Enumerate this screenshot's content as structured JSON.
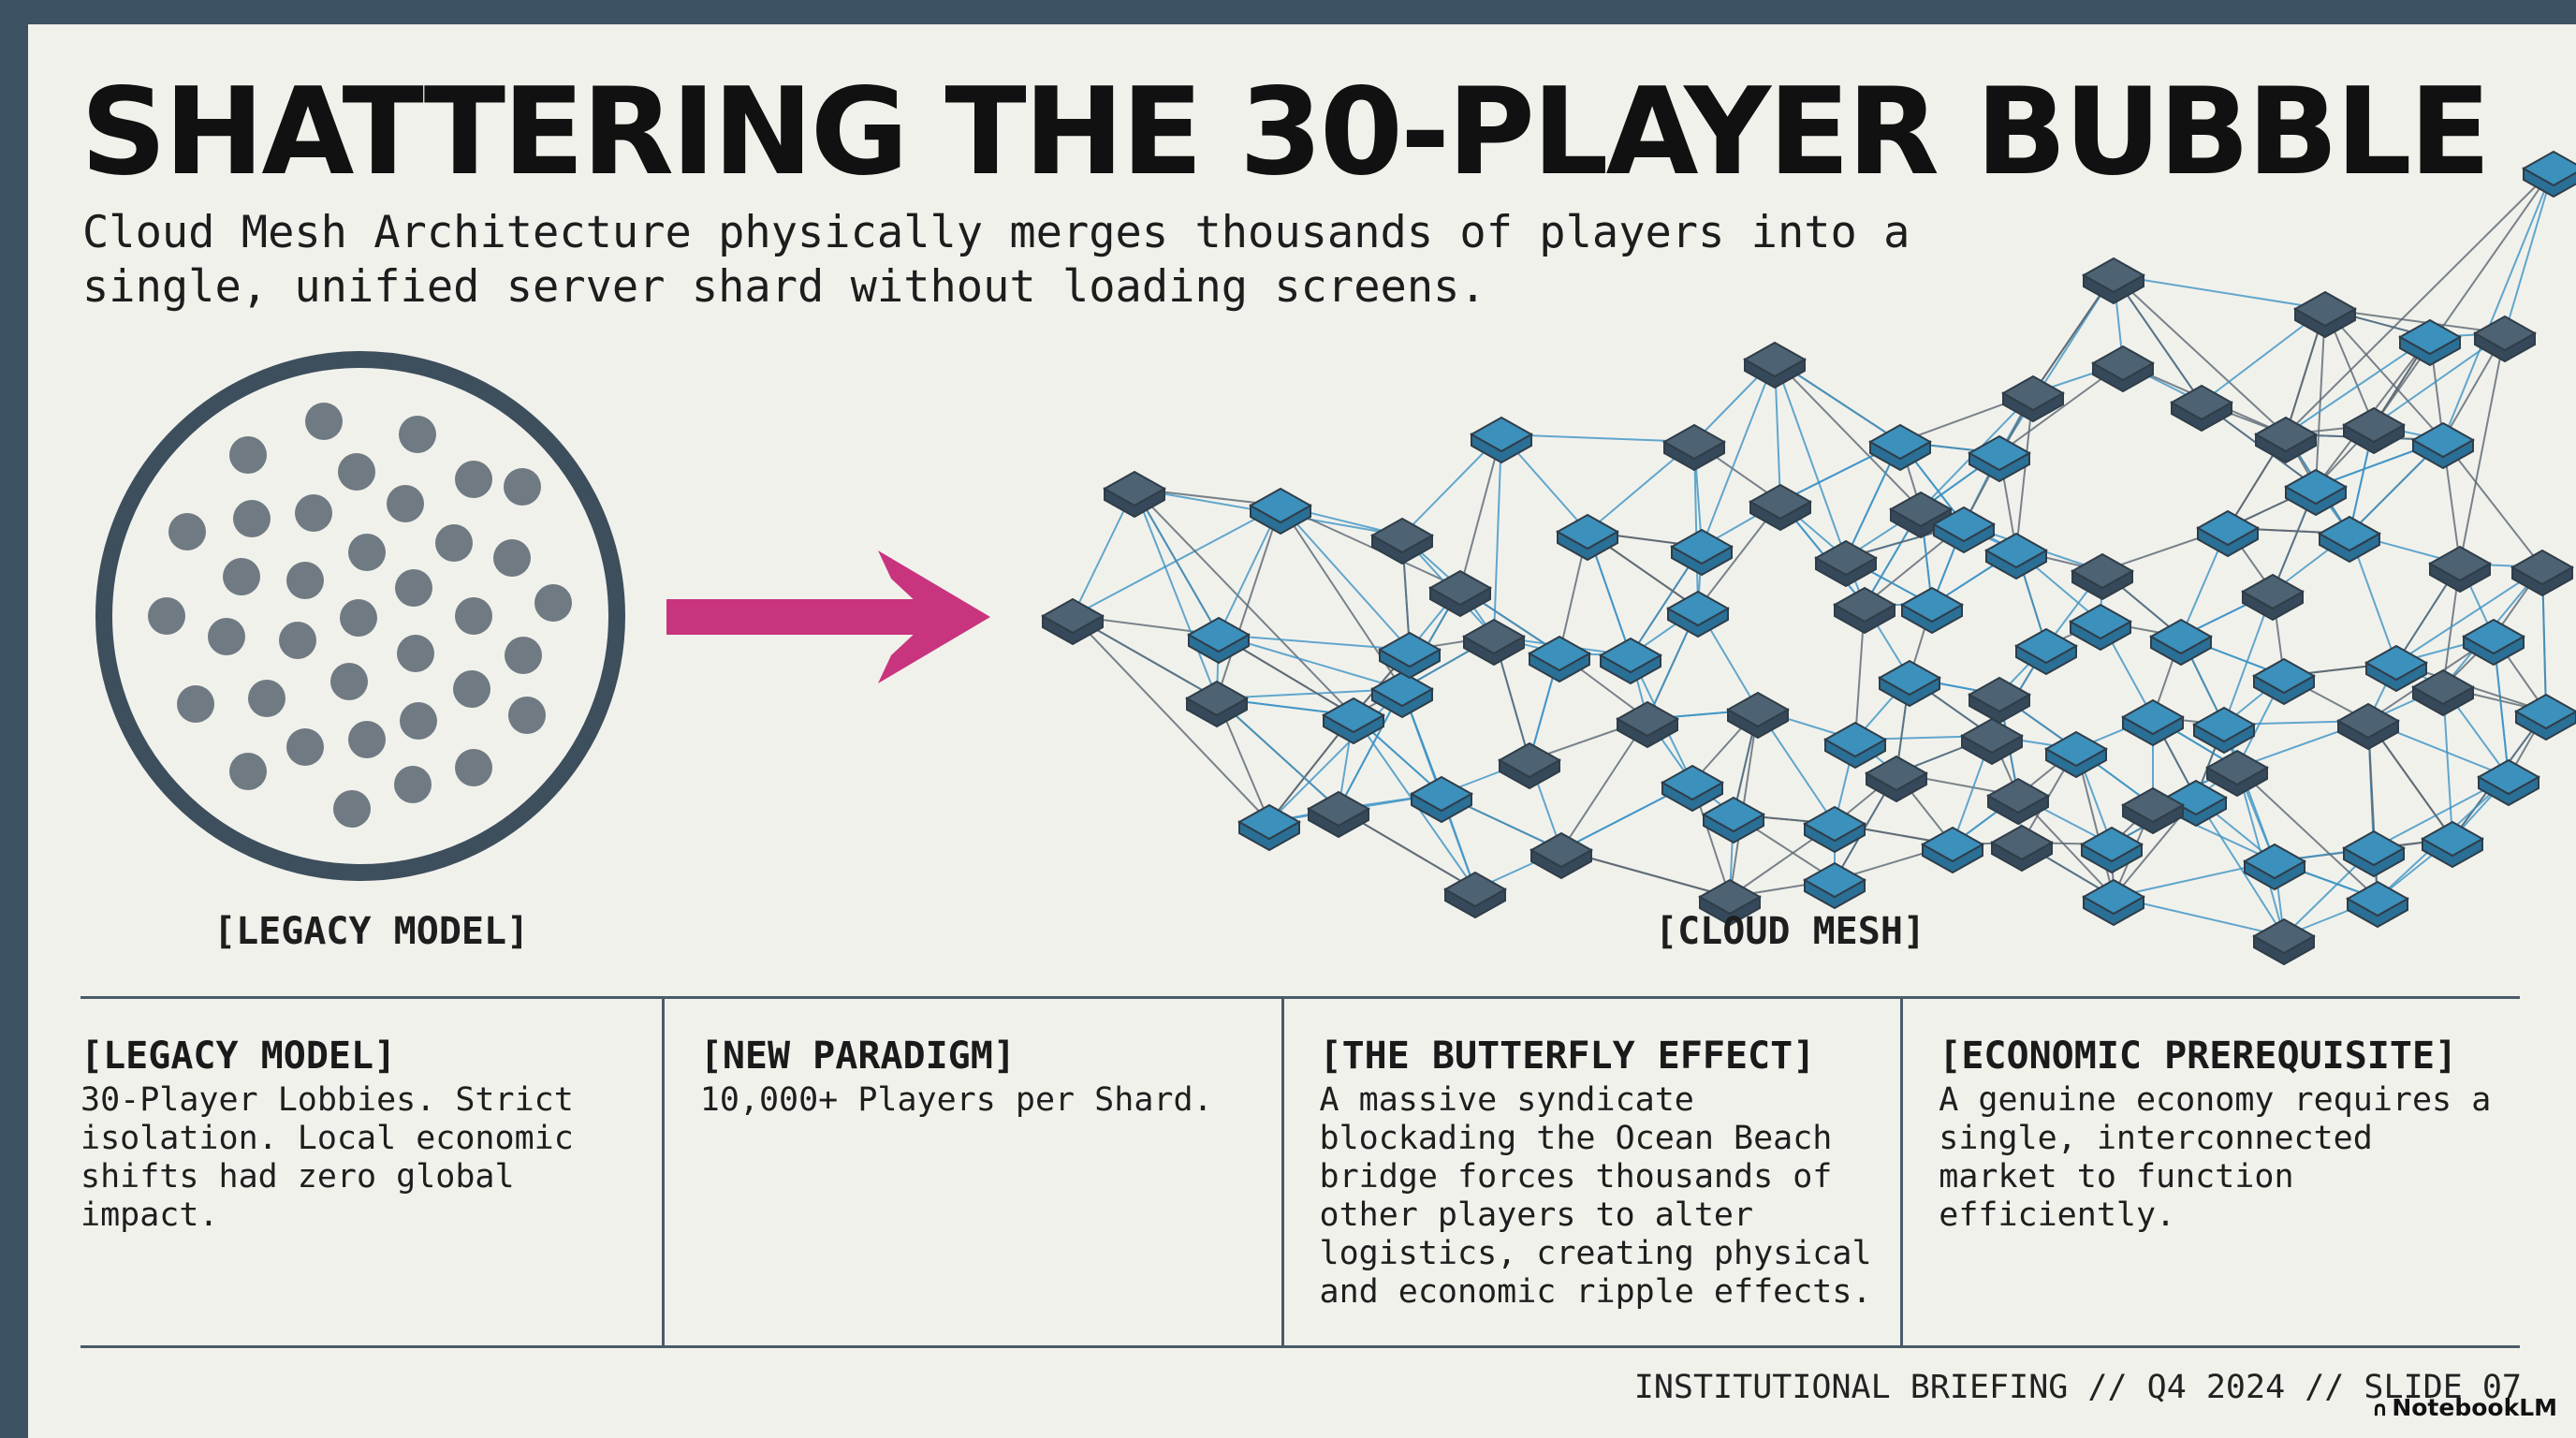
{
  "title": "SHATTERING THE 30-PLAYER BUBBLE",
  "subtitle": "Cloud Mesh Architecture physically merges thousands of players into a single, unified server shard without loading screens.",
  "diagram": {
    "legacy_caption": "[LEGACY MODEL]",
    "mesh_caption": "[CLOUD MESH]",
    "colors": {
      "ring": "#3d4e5c",
      "player_dot": "#6f7a82",
      "arrow": "#c8347e",
      "node_blue": "#3c90bc",
      "node_slate": "#4d6273",
      "edge_blue": "#3c94c4",
      "edge_gray": "#5a6670"
    }
  },
  "panels": [
    {
      "title": "[LEGACY MODEL]",
      "body": "30-Player Lobbies. Strict isolation. Local economic shifts had zero global impact."
    },
    {
      "title": "[NEW PARADIGM]",
      "body": "10,000+ Players per Shard."
    },
    {
      "title": "[THE BUTTERFLY EFFECT]",
      "body": "A massive syndicate blockading the Ocean Beach bridge forces thousands of other players to alter logistics, creating physical and economic ripple effects."
    },
    {
      "title": "[ECONOMIC PREREQUISITE]",
      "body": "A genuine economy requires a single, interconnected market to function efficiently."
    }
  ],
  "footer": "INSTITUTIONAL BRIEFING // Q4 2024 // SLIDE 07",
  "badge": {
    "icon": "notebooklm-icon",
    "text": "NotebookLM"
  }
}
